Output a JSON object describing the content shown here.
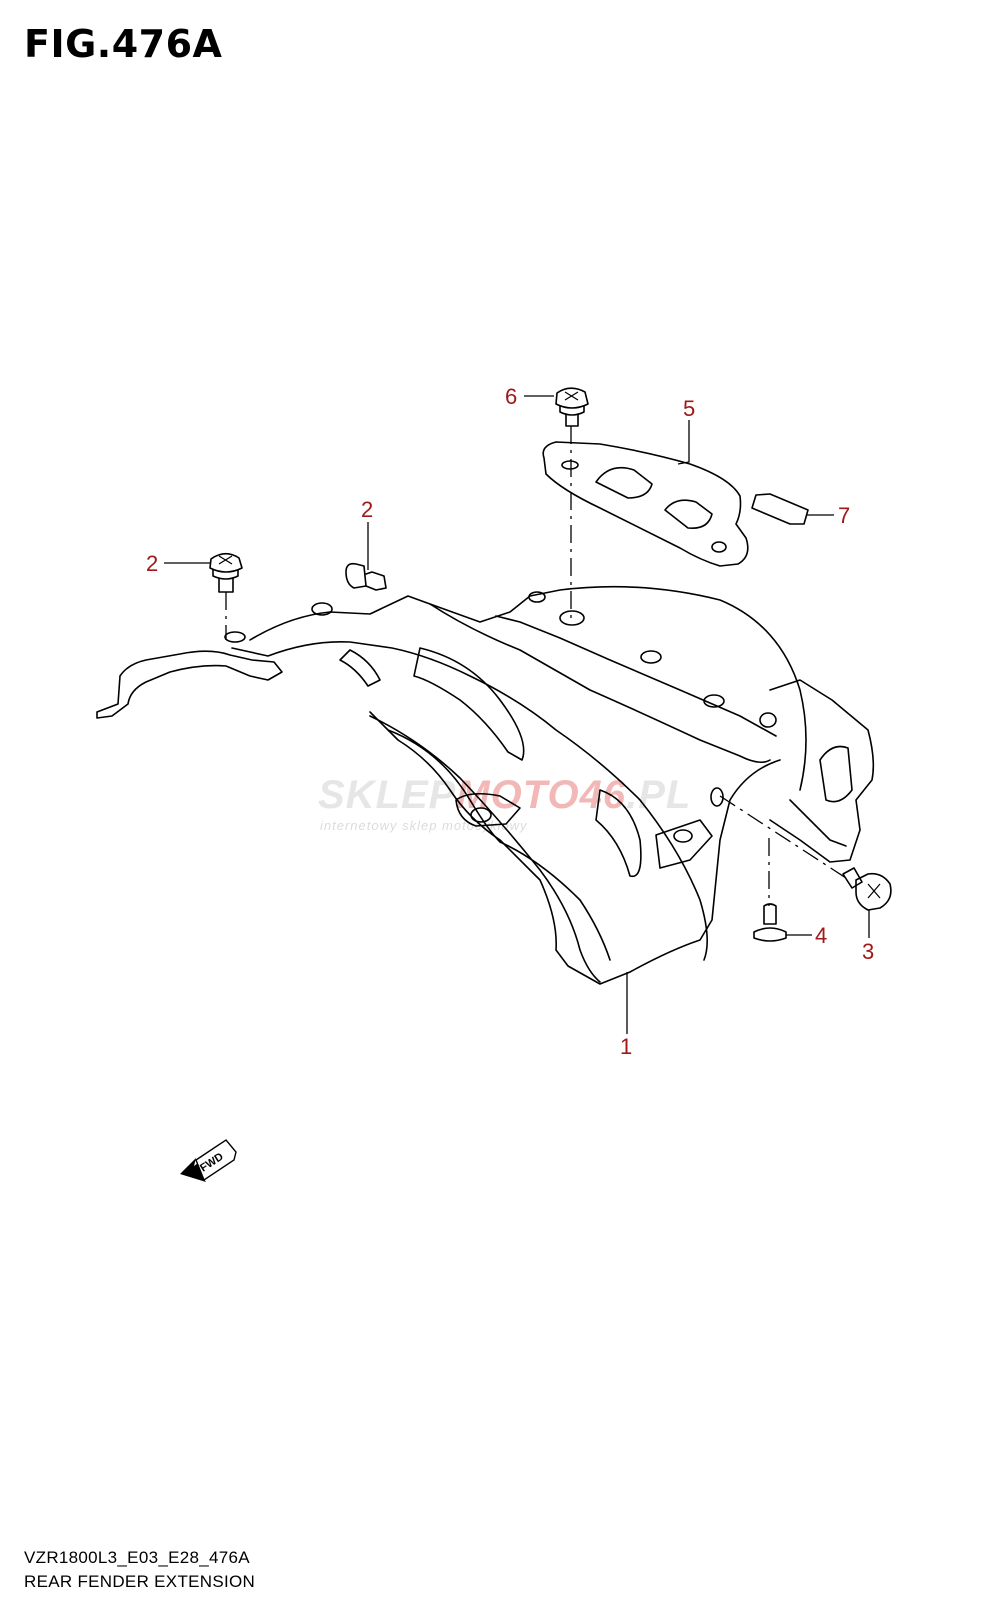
{
  "figure": {
    "title": "FIG.476A"
  },
  "callouts": [
    {
      "id": "6",
      "label": "6"
    },
    {
      "id": "5",
      "label": "5"
    },
    {
      "id": "7",
      "label": "7"
    },
    {
      "id": "2a",
      "label": "2"
    },
    {
      "id": "2b",
      "label": "2"
    },
    {
      "id": "4",
      "label": "4"
    },
    {
      "id": "3",
      "label": "3"
    },
    {
      "id": "1",
      "label": "1"
    }
  ],
  "fwd_label": "FWD",
  "watermark": {
    "brand_a": "SKLEP",
    "brand_b": "MOTO",
    "brand_c": "46",
    "brand_d": ".PL",
    "tagline": "internetowy sklep motocyklowy"
  },
  "footer": {
    "model_code": "VZR1800L3_E03_E28_476A",
    "section_name": "REAR FENDER EXTENSION"
  },
  "colors": {
    "callout": "#a01818",
    "line": "#000000",
    "background": "#ffffff"
  }
}
